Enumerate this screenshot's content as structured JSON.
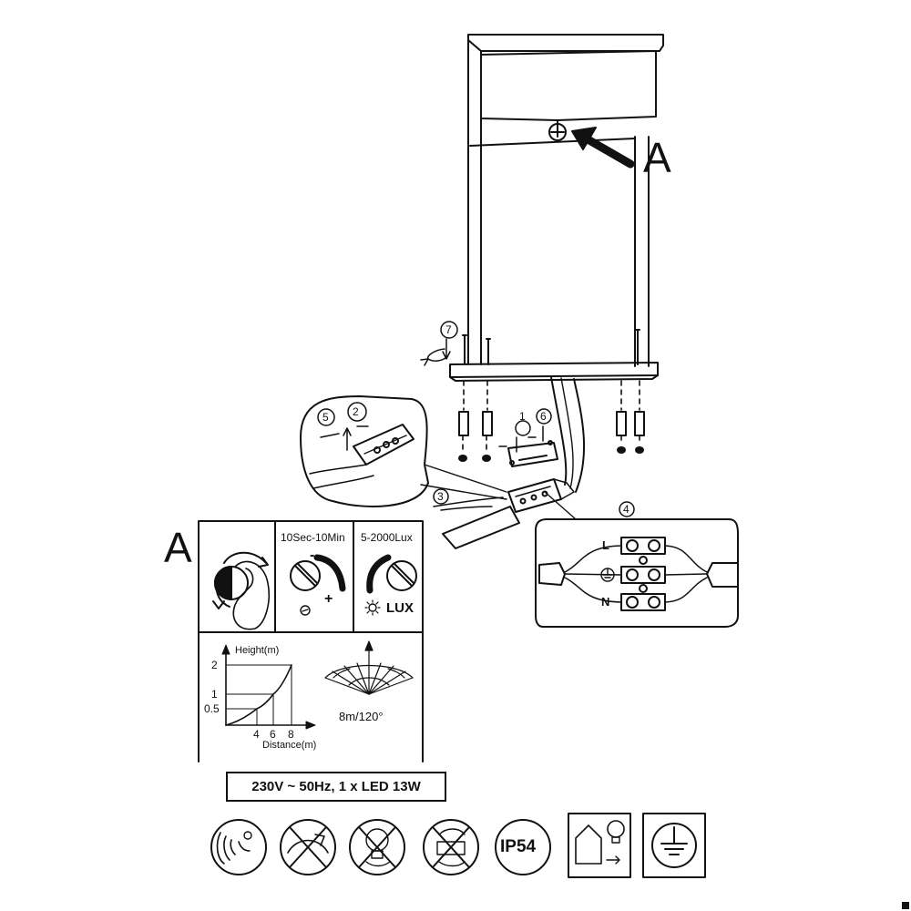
{
  "callouts": {
    "a_main": "A",
    "a_panel": "A"
  },
  "steps": {
    "s1": "1",
    "s2": "2",
    "s3": "3",
    "s4": "4",
    "s5": "5",
    "s6": "6",
    "s7": "7"
  },
  "settings": {
    "time_range": "10Sec-10Min",
    "lux_range": "5-2000Lux",
    "plus": "+",
    "minus": "-",
    "lux_label": "LUX"
  },
  "terminal": {
    "live": "L",
    "neutral": "N"
  },
  "detection_chart": {
    "y_axis_label": "Height(m)",
    "x_axis_label": "Distance(m)",
    "y_ticks": [
      "2",
      "1",
      "0.5"
    ],
    "x_ticks": [
      "4",
      "6",
      "8"
    ],
    "range_label": "8m/120°"
  },
  "chart_data": {
    "type": "line",
    "title": "",
    "xlabel": "Distance(m)",
    "ylabel": "Height(m)",
    "y_ticks": [
      0.5,
      1,
      2
    ],
    "x_ticks": [
      4,
      6,
      8
    ],
    "series": [
      {
        "x": [
          0,
          4,
          6,
          8
        ],
        "y": [
          0,
          0.5,
          1,
          2
        ]
      }
    ]
  },
  "spec": "230V ~ 50Hz, 1 x LED 13W",
  "icons": {
    "ip_rating": "IP54",
    "list": [
      "motion-sensor-icon",
      "no-dimmer-icon",
      "led-not-replaceable-icon",
      "driver-not-replaceable-icon",
      "ip54-icon",
      "outdoor-house-lamp-icon",
      "protective-earth-icon"
    ]
  }
}
